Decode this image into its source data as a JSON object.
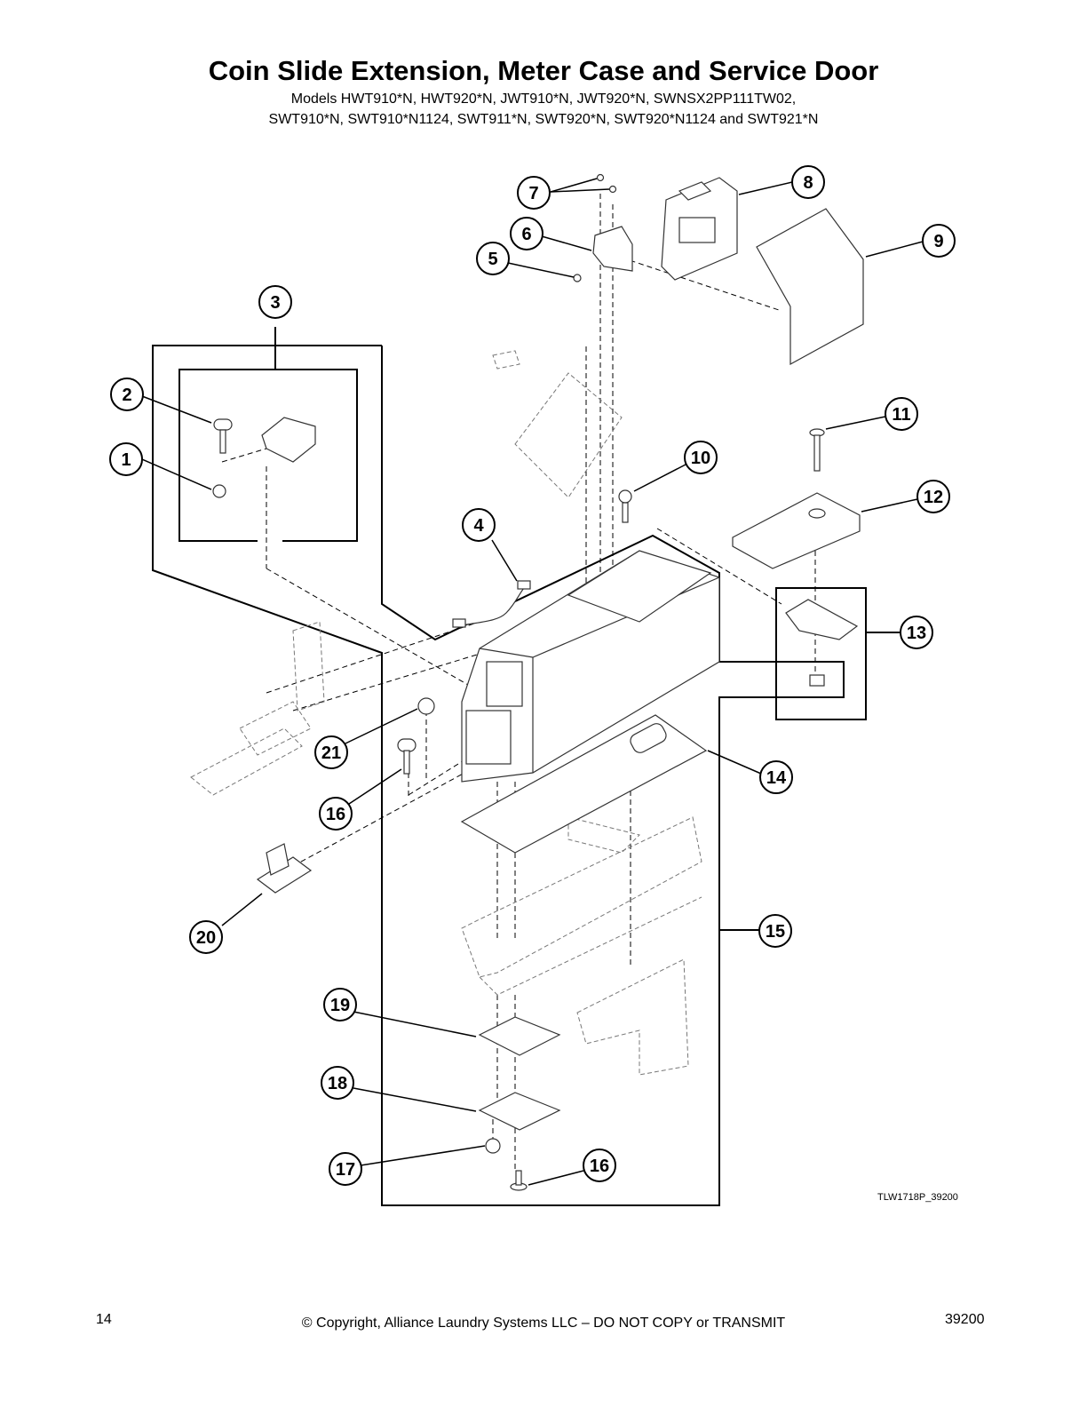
{
  "header": {
    "title": "Coin Slide Extension, Meter Case and Service Door",
    "models_line1": "Models HWT910*N, HWT920*N, JWT910*N, JWT920*N, SWNSX2PP111TW02,",
    "models_line2": "SWT910*N, SWT910*N1124, SWT911*N, SWT920*N, SWT920*N1124 and SWT921*N"
  },
  "diagram": {
    "figure_code": "TLW1718P_39200",
    "callouts": [
      "1",
      "2",
      "3",
      "4",
      "5",
      "6",
      "7",
      "8",
      "9",
      "10",
      "11",
      "12",
      "13",
      "14",
      "15",
      "16",
      "16",
      "17",
      "18",
      "19",
      "20",
      "21"
    ]
  },
  "footer": {
    "page_number": "14",
    "copyright": "© Copyright, Alliance Laundry Systems LLC – DO NOT COPY or TRANSMIT",
    "doc_number": "39200"
  }
}
